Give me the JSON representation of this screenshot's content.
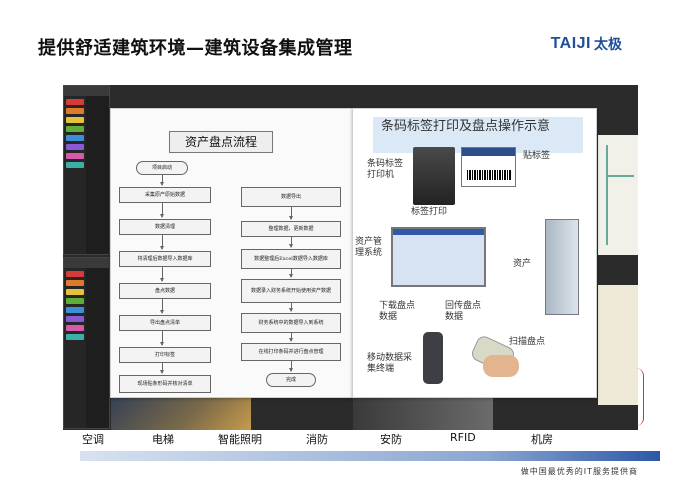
{
  "title": "提供舒适建筑环境—建筑设备集成管理",
  "logo": {
    "en": "TAIJI",
    "zh": "太极"
  },
  "flow": {
    "title": "资产盘点流程",
    "left_steps": [
      "项目启动",
      "采集原产原始数据",
      "数据清理",
      "将清理后数据导入数据库",
      "盘点数据",
      "导出盘点清单",
      "打印标签",
      "现场贴条形码并核对清单"
    ],
    "right_steps": [
      "数据导出",
      "整理数据，更新数据",
      "数据整理后Excel数据导入数据库",
      "数据录入财务系统开始使用资产数据",
      "财务系统中的数据导入到系统",
      "在线打印条码并进行盘点管理",
      "完成"
    ]
  },
  "barcode": {
    "title": "条码标签打印及盘点操作示意",
    "printer_label": "条码标签打印机",
    "attach_label": "贴标签",
    "print_label": "标签打印",
    "system_label": "资产管理系统",
    "asset_label": "资产",
    "download_label": "下载盘点数据",
    "upload_label": "回传盘点数据",
    "scan_label": "扫描盘点",
    "mobile_label": "移动数据采集终端"
  },
  "categories": [
    "空调",
    "电梯",
    "智能照明",
    "消防",
    "安防",
    "RFID",
    "机房"
  ],
  "footer": "做中国最优秀的IT服务提供商",
  "colors": {
    "brand": "#1f4f9a",
    "sidebar_swatches": [
      "#d63a3a",
      "#e07a2a",
      "#e4c23a",
      "#5fae3b",
      "#3a8fd6",
      "#8a5ad6",
      "#d65aa8",
      "#3ab0a6"
    ]
  }
}
